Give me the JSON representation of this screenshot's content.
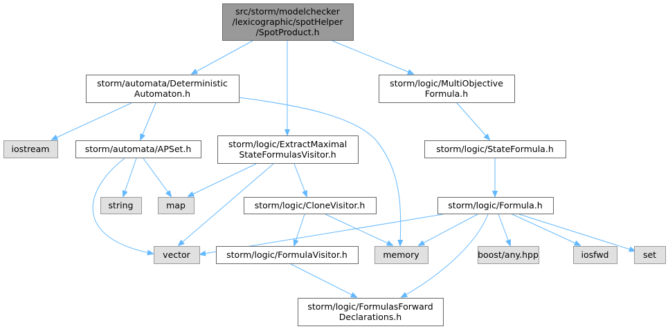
{
  "nodes": {
    "root": [
      "src/storm/modelchecker",
      "/lexicographic/spotHelper",
      "/SpotProduct.h"
    ],
    "det_automaton": [
      "storm/automata/Deterministic",
      "Automaton.h"
    ],
    "multi_objective": [
      "storm/logic/MultiObjective",
      "Formula.h"
    ],
    "iostream": [
      "iostream"
    ],
    "apset": [
      "storm/automata/APSet.h"
    ],
    "extract_visitor": [
      "storm/logic/ExtractMaximal",
      "StateFormulasVisitor.h"
    ],
    "state_formula": [
      "storm/logic/StateFormula.h"
    ],
    "string": [
      "string"
    ],
    "map": [
      "map"
    ],
    "clone_visitor": [
      "storm/logic/CloneVisitor.h"
    ],
    "formula": [
      "storm/logic/Formula.h"
    ],
    "vector": [
      "vector"
    ],
    "formula_visitor": [
      "storm/logic/FormulaVisitor.h"
    ],
    "memory": [
      "memory"
    ],
    "boost_any": [
      "boost/any.hpp"
    ],
    "iosfwd": [
      "iosfwd"
    ],
    "set": [
      "set"
    ],
    "forward_decl": [
      "storm/logic/FormulasForward",
      "Declarations.h"
    ]
  },
  "colors": {
    "edge": "#63b8ff",
    "root_fill": "#999999",
    "system_fill": "#e0e0e0"
  }
}
